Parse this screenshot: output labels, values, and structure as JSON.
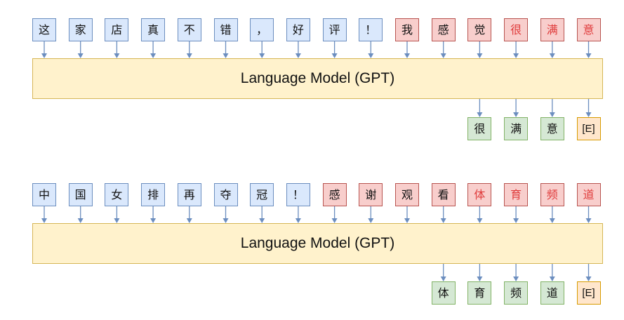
{
  "panels": [
    {
      "inputs": [
        {
          "t": "这",
          "c": "blue"
        },
        {
          "t": "家",
          "c": "blue"
        },
        {
          "t": "店",
          "c": "blue"
        },
        {
          "t": "真",
          "c": "blue"
        },
        {
          "t": "不",
          "c": "blue"
        },
        {
          "t": "错",
          "c": "blue"
        },
        {
          "t": "，",
          "c": "blue"
        },
        {
          "t": "好",
          "c": "blue"
        },
        {
          "t": "评",
          "c": "blue"
        },
        {
          "t": "！",
          "c": "blue"
        },
        {
          "t": "我",
          "c": "red"
        },
        {
          "t": "感",
          "c": "red"
        },
        {
          "t": "觉",
          "c": "red"
        },
        {
          "t": "很",
          "c": "red",
          "hl": true
        },
        {
          "t": "满",
          "c": "red",
          "hl": true
        },
        {
          "t": "意",
          "c": "red",
          "hl": true
        }
      ],
      "model_label": "Language Model (GPT)",
      "outputs": [
        {
          "t": "很",
          "c": "green"
        },
        {
          "t": "满",
          "c": "green"
        },
        {
          "t": "意",
          "c": "green"
        },
        {
          "t": "[E]",
          "c": "orange"
        }
      ]
    },
    {
      "inputs": [
        {
          "t": "中",
          "c": "blue"
        },
        {
          "t": "国",
          "c": "blue"
        },
        {
          "t": "女",
          "c": "blue"
        },
        {
          "t": "排",
          "c": "blue"
        },
        {
          "t": "再",
          "c": "blue"
        },
        {
          "t": "夺",
          "c": "blue"
        },
        {
          "t": "冠",
          "c": "blue"
        },
        {
          "t": "！",
          "c": "blue"
        },
        {
          "t": "感",
          "c": "red"
        },
        {
          "t": "谢",
          "c": "red"
        },
        {
          "t": "观",
          "c": "red"
        },
        {
          "t": "看",
          "c": "red"
        },
        {
          "t": "体",
          "c": "red",
          "hl": true
        },
        {
          "t": "育",
          "c": "red",
          "hl": true
        },
        {
          "t": "频",
          "c": "red",
          "hl": true
        },
        {
          "t": "道",
          "c": "red",
          "hl": true
        }
      ],
      "model_label": "Language Model (GPT)",
      "outputs": [
        {
          "t": "体",
          "c": "green"
        },
        {
          "t": "育",
          "c": "green"
        },
        {
          "t": "频",
          "c": "green"
        },
        {
          "t": "道",
          "c": "green"
        },
        {
          "t": "[E]",
          "c": "orange"
        }
      ]
    }
  ],
  "colors": {
    "input_fill": "#dae8fc",
    "prompt_fill": "#f8cecc",
    "highlight_text": "#e03c3c",
    "output_fill": "#d5e8d4",
    "end_fill": "#ffe6cc",
    "model_fill": "#fff2cc",
    "arrow": "#6c8ebf"
  }
}
